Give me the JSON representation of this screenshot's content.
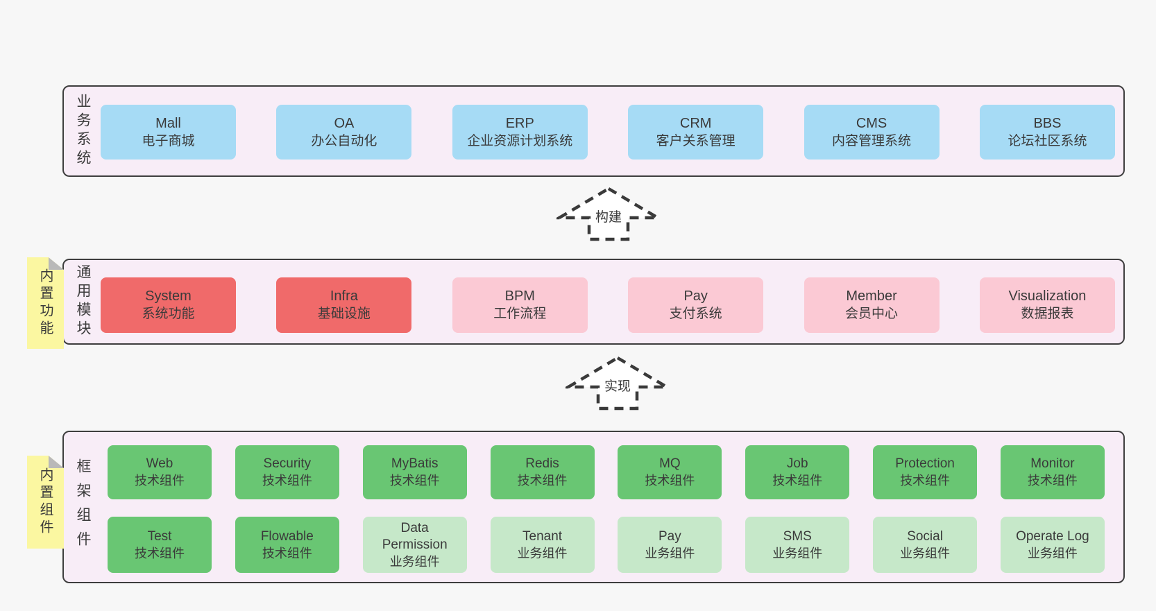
{
  "colors": {
    "background": "#f7f7f7",
    "panel_fill": "#f8edf7",
    "panel_border": "#3e3e3e",
    "blue_box": "#a6dbf5",
    "red_box": "#f06a6a",
    "pink_box": "#fbc9d4",
    "green_box": "#69c673",
    "green_light_box": "#c6e8c9",
    "sticky_note": "#fbf7a1",
    "sticky_fold": "#b9b9b9",
    "text": "#3a3a3a"
  },
  "sections": {
    "business": {
      "side_label": "业务系统",
      "boxes": [
        {
          "en": "Mall",
          "zh": "电子商城"
        },
        {
          "en": "OA",
          "zh": "办公自动化"
        },
        {
          "en": "ERP",
          "zh": "企业资源计划系统"
        },
        {
          "en": "CRM",
          "zh": "客户关系管理"
        },
        {
          "en": "CMS",
          "zh": "内容管理系统"
        },
        {
          "en": "BBS",
          "zh": "论坛社区系统"
        }
      ]
    },
    "modules": {
      "side_label": "通用模块",
      "sticky_tab": "内置功能",
      "boxes": [
        {
          "en": "System",
          "zh": "系统功能"
        },
        {
          "en": "Infra",
          "zh": "基础设施"
        },
        {
          "en": "BPM",
          "zh": "工作流程"
        },
        {
          "en": "Pay",
          "zh": "支付系统"
        },
        {
          "en": "Member",
          "zh": "会员中心"
        },
        {
          "en": "Visualization",
          "zh": "数据报表"
        }
      ]
    },
    "framework": {
      "side_label": "框架组件",
      "sticky_tab": "内置组件",
      "row1": [
        {
          "en": "Web",
          "zh": "技术组件"
        },
        {
          "en": "Security",
          "zh": "技术组件"
        },
        {
          "en": "MyBatis",
          "zh": "技术组件"
        },
        {
          "en": "Redis",
          "zh": "技术组件"
        },
        {
          "en": "MQ",
          "zh": "技术组件"
        },
        {
          "en": "Job",
          "zh": "技术组件"
        },
        {
          "en": "Protection",
          "zh": "技术组件"
        },
        {
          "en": "Monitor",
          "zh": "技术组件"
        }
      ],
      "row2": [
        {
          "en": "Test",
          "zh": "技术组件"
        },
        {
          "en": "Flowable",
          "zh": "技术组件"
        },
        {
          "en": "Data\nPermission",
          "zh": "业务组件"
        },
        {
          "en": "Tenant",
          "zh": "业务组件"
        },
        {
          "en": "Pay",
          "zh": "业务组件"
        },
        {
          "en": "SMS",
          "zh": "业务组件"
        },
        {
          "en": "Social",
          "zh": "业务组件"
        },
        {
          "en": "Operate Log",
          "zh": "业务组件"
        }
      ]
    }
  },
  "arrows": [
    {
      "label": "构建"
    },
    {
      "label": "实现"
    }
  ]
}
